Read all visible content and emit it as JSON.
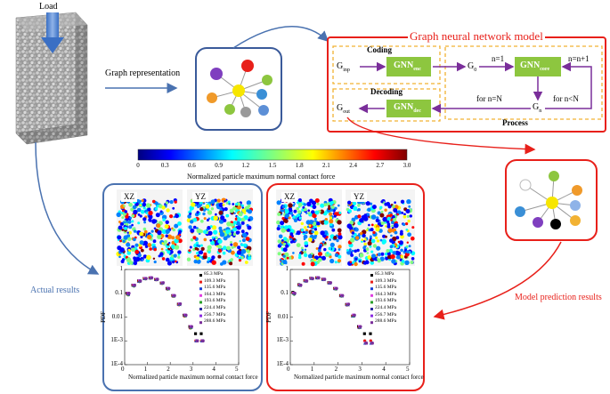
{
  "labels": {
    "load": "Load",
    "graph_representation": "Graph representation",
    "gnn_title": "Graph neural network model",
    "coding": "Coding",
    "decoding": "Decoding",
    "process": "Process",
    "g_inp_main": "G",
    "g_inp_sub": "inp",
    "g0_main": "G",
    "g0_sub": "0",
    "gn_main": "G",
    "gn_sub": "n",
    "g_out_main": "G",
    "g_out_sub": "out",
    "gnn_enc_main": "GNN",
    "gnn_enc_sub": "enc",
    "gnn_core_main": "GNN",
    "gnn_core_sub": "core",
    "gnn_dec_main": "GNN",
    "gnn_dec_sub": "dec",
    "n_eq_1": "n=1",
    "n_eq_n_plus_1": "n=n+1",
    "for_n_eq_N": "for n=N",
    "for_n_lt_N": "for n<N",
    "colorbar_title": "Normalized particle maximum normal contact force",
    "colorbar_ticks": [
      "0",
      "0.3",
      "0.6",
      "0.9",
      "1.2",
      "1.5",
      "1.8",
      "2.1",
      "2.4",
      "2.7",
      "3.0"
    ],
    "xz": "XZ",
    "yz": "YZ",
    "actual_results": "Actual results",
    "model_prediction_results": "Model prediction results"
  },
  "colors": {
    "red_accent": "#e8201a",
    "blue_accent": "#4a72b0",
    "gnn_green": "#8dc63f",
    "dashed_orange": "#f2b233",
    "purple_arrow": "#7a2e9a",
    "graph_nodes": [
      "#7f3fbf",
      "#e8201a",
      "#8dc63f",
      "#3a8fd6",
      "#f09a2a",
      "#5aa9e6",
      "#8dc63f",
      "#9a9a9a",
      "#5c8fd6",
      "#f7e600"
    ]
  },
  "chart_data": [
    {
      "type": "scatter",
      "title": "",
      "xlabel": "Normalized particle maximum normal contact force",
      "ylabel": "PDF",
      "xlim": [
        0,
        5
      ],
      "ylim": [
        0.0001,
        1
      ],
      "yscale": "log",
      "x_ticks": [
        "0",
        "1",
        "2",
        "3",
        "4",
        "5"
      ],
      "y_ticks": [
        "1E-4",
        "1E-3",
        "0.01",
        "0.1",
        "1"
      ],
      "legend_position": "right",
      "x": [
        0.15,
        0.4,
        0.65,
        0.9,
        1.15,
        1.4,
        1.65,
        1.9,
        2.15,
        2.4,
        2.65,
        2.9,
        3.15,
        3.4
      ],
      "series": [
        {
          "name": "85.3 MPa",
          "color": "#000000",
          "marker": "square",
          "values": [
            0.1,
            0.22,
            0.33,
            0.42,
            0.44,
            0.38,
            0.27,
            0.16,
            0.08,
            0.035,
            0.012,
            0.004,
            0.002,
            0.002
          ]
        },
        {
          "name": "109.3 MPa",
          "color": "#e8201a",
          "marker": "circle",
          "values": [
            0.09,
            0.21,
            0.32,
            0.41,
            0.43,
            0.37,
            0.26,
            0.15,
            0.075,
            0.033,
            0.011,
            0.0035,
            0.001,
            0.001
          ]
        },
        {
          "name": "135.6 MPa",
          "color": "#1a3fd6",
          "marker": "triangle",
          "values": [
            0.095,
            0.215,
            0.32,
            0.41,
            0.44,
            0.38,
            0.27,
            0.155,
            0.078,
            0.034,
            0.012,
            0.0038,
            0.001,
            0.001
          ]
        },
        {
          "name": "164.3 MPa",
          "color": "#e040e0",
          "marker": "triangle-down",
          "values": [
            0.1,
            0.22,
            0.33,
            0.42,
            0.45,
            0.39,
            0.27,
            0.16,
            0.08,
            0.035,
            0.012,
            0.004,
            0.001,
            0.001
          ]
        },
        {
          "name": "193.6 MPa",
          "color": "#2aa02a",
          "marker": "diamond",
          "values": [
            0.085,
            0.2,
            0.31,
            0.4,
            0.43,
            0.37,
            0.26,
            0.15,
            0.075,
            0.033,
            0.011,
            0.0035,
            0.001,
            0.001
          ]
        },
        {
          "name": "224.4 MPa",
          "color": "#2a2aa0",
          "marker": "triangle-left",
          "values": [
            0.09,
            0.21,
            0.32,
            0.41,
            0.44,
            0.38,
            0.27,
            0.155,
            0.077,
            0.034,
            0.0115,
            0.0037,
            0.001,
            0.001
          ]
        },
        {
          "name": "256.7 MPa",
          "color": "#8a2be2",
          "marker": "triangle-right",
          "values": [
            0.095,
            0.215,
            0.33,
            0.42,
            0.45,
            0.38,
            0.27,
            0.16,
            0.079,
            0.035,
            0.012,
            0.0039,
            0.001,
            0.001
          ]
        },
        {
          "name": "288.6 MPa",
          "color": "#7a2e9a",
          "marker": "hexagon",
          "values": [
            0.1,
            0.22,
            0.33,
            0.42,
            0.45,
            0.39,
            0.28,
            0.16,
            0.08,
            0.036,
            0.012,
            0.004,
            0.001,
            0.001
          ]
        }
      ]
    },
    {
      "type": "scatter",
      "title": "",
      "xlabel": "Normalized particle maximum normal contact force",
      "ylabel": "PDF",
      "xlim": [
        0,
        5
      ],
      "ylim": [
        0.0001,
        1
      ],
      "yscale": "log",
      "x_ticks": [
        "0",
        "1",
        "2",
        "3",
        "4",
        "5"
      ],
      "y_ticks": [
        "1E-4",
        "1E-3",
        "0.01",
        "0.1",
        "1"
      ],
      "legend_position": "right",
      "x": [
        0.15,
        0.4,
        0.65,
        0.9,
        1.15,
        1.4,
        1.65,
        1.9,
        2.15,
        2.4,
        2.65,
        2.9,
        3.15,
        3.4
      ],
      "series": [
        {
          "name": "85.3 MPa",
          "color": "#000000",
          "marker": "square",
          "values": [
            0.11,
            0.23,
            0.34,
            0.43,
            0.45,
            0.39,
            0.28,
            0.16,
            0.08,
            0.034,
            0.011,
            0.004,
            0.002,
            0.002
          ]
        },
        {
          "name": "109.3 MPa",
          "color": "#e8201a",
          "marker": "circle",
          "values": [
            0.1,
            0.22,
            0.33,
            0.42,
            0.44,
            0.38,
            0.27,
            0.155,
            0.077,
            0.032,
            0.011,
            0.0036,
            0.001,
            0.001
          ]
        },
        {
          "name": "135.6 MPa",
          "color": "#1a3fd6",
          "marker": "triangle",
          "values": [
            0.1,
            0.22,
            0.33,
            0.42,
            0.44,
            0.38,
            0.27,
            0.155,
            0.078,
            0.033,
            0.011,
            0.0037,
            0.0008,
            0.0008
          ]
        },
        {
          "name": "164.3 MPa",
          "color": "#e040e0",
          "marker": "triangle-down",
          "values": [
            0.1,
            0.22,
            0.33,
            0.42,
            0.45,
            0.39,
            0.27,
            0.16,
            0.08,
            0.034,
            0.012,
            0.004,
            0.0008,
            0.0008
          ]
        },
        {
          "name": "193.6 MPa",
          "color": "#2aa02a",
          "marker": "diamond",
          "values": [
            0.09,
            0.21,
            0.32,
            0.41,
            0.44,
            0.38,
            0.27,
            0.15,
            0.076,
            0.033,
            0.011,
            0.0036,
            0.0008,
            0.0008
          ]
        },
        {
          "name": "224.4 MPa",
          "color": "#2a2aa0",
          "marker": "triangle-left",
          "values": [
            0.095,
            0.215,
            0.32,
            0.41,
            0.44,
            0.38,
            0.27,
            0.155,
            0.077,
            0.033,
            0.0115,
            0.0037,
            0.0008,
            0.0008
          ]
        },
        {
          "name": "256.7 MPa",
          "color": "#8a2be2",
          "marker": "triangle-right",
          "values": [
            0.1,
            0.22,
            0.33,
            0.42,
            0.45,
            0.38,
            0.27,
            0.16,
            0.079,
            0.034,
            0.012,
            0.0038,
            0.0008,
            0.0008
          ]
        },
        {
          "name": "288.6 MPa",
          "color": "#7a2e9a",
          "marker": "hexagon",
          "values": [
            0.1,
            0.22,
            0.33,
            0.42,
            0.45,
            0.39,
            0.28,
            0.16,
            0.08,
            0.035,
            0.012,
            0.004,
            0.0008,
            0.0008
          ]
        }
      ]
    }
  ]
}
